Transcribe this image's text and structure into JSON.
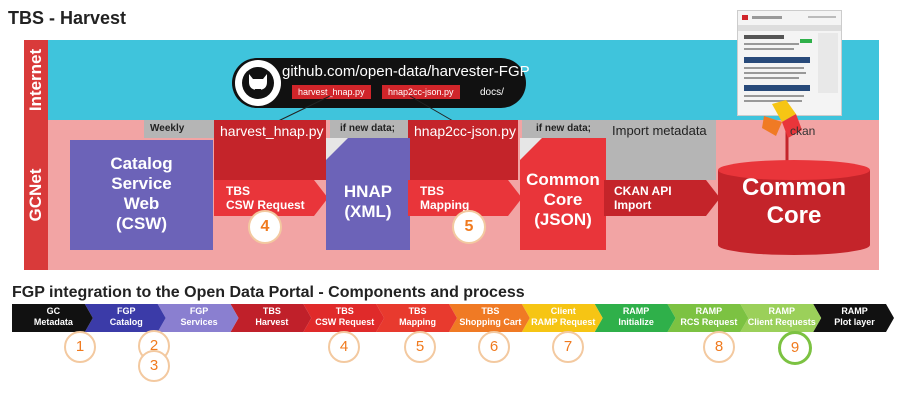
{
  "title": "TBS - Harvest",
  "sections": {
    "internet": "Internet",
    "gcnet": "GCNet"
  },
  "github": {
    "url": "github.com/open-data/harvester-FGP",
    "files": [
      "harvest_hnap.py",
      "hnap2cc-json.py",
      "docs/"
    ]
  },
  "labels": {
    "weekly": "Weekly",
    "if_new_data_1": "if new data;",
    "if_new_data_2": "if new data;",
    "harvest_hnap": "harvest_hnap.py",
    "hnap2cc_json": "hnap2cc-json.py",
    "import_metadata": "Import metadata"
  },
  "boxes": {
    "csw": [
      "Catalog",
      "Service",
      "Web",
      "(CSW)"
    ],
    "hnap": [
      "HNAP",
      "(XML)"
    ],
    "common_core_json": [
      "Common",
      "Core",
      "(JSON)"
    ],
    "common_core": [
      "Common",
      "Core"
    ]
  },
  "arrows": {
    "csw_request": [
      "TBS",
      "CSW Request"
    ],
    "mapping": [
      "TBS",
      "Mapping"
    ],
    "ckan_import": [
      "CKAN API",
      "Import"
    ]
  },
  "steps_top": [
    "4",
    "5"
  ],
  "ckan_logo": "ckan",
  "bottom": {
    "title": "FGP integration to the Open Data Portal - Components and process",
    "segments": [
      {
        "lines": [
          "GC",
          "Metadata"
        ],
        "color": "#111111",
        "text": "#ffffff"
      },
      {
        "lines": [
          "FGP",
          "Catalog"
        ],
        "color": "#3b3ba8",
        "text": "#ffffff"
      },
      {
        "lines": [
          "FGP",
          "Services"
        ],
        "color": "#8a7fd0",
        "text": "#ffffff"
      },
      {
        "lines": [
          "TBS",
          "Harvest"
        ],
        "color": "#c0202a",
        "text": "#ffffff"
      },
      {
        "lines": [
          "TBS",
          "CSW Request"
        ],
        "color": "#e02a2a",
        "text": "#ffffff"
      },
      {
        "lines": [
          "TBS",
          "Mapping"
        ],
        "color": "#e83a2e",
        "text": "#ffffff"
      },
      {
        "lines": [
          "TBS",
          "Shopping Cart"
        ],
        "color": "#f07a24",
        "text": "#ffffff"
      },
      {
        "lines": [
          "Client",
          "RAMP Request"
        ],
        "color": "#f6c514",
        "text": "#ffffff"
      },
      {
        "lines": [
          "RAMP",
          "Initialize"
        ],
        "color": "#2fb04a",
        "text": "#ffffff"
      },
      {
        "lines": [
          "RAMP",
          "RCS Request"
        ],
        "color": "#7cc242",
        "text": "#ffffff"
      },
      {
        "lines": [
          "RAMP",
          "Client Requests"
        ],
        "color": "#9bd05a",
        "text": "#ffffff"
      },
      {
        "lines": [
          "RAMP",
          "Plot layer"
        ],
        "color": "#111111",
        "text": "#ffffff"
      }
    ],
    "circles": [
      "1",
      "2",
      "3",
      "4",
      "5",
      "6",
      "7",
      "8",
      "9"
    ]
  },
  "colors": {
    "internet": "#3fc4dc",
    "gcnet": "#f2a4a4",
    "accent_red": "#d93a3a",
    "purple": "#6c63b8",
    "step_orange": "#f07a1e"
  },
  "icons": [
    "github-icon",
    "ckan-logo",
    "page-fold-icon"
  ]
}
